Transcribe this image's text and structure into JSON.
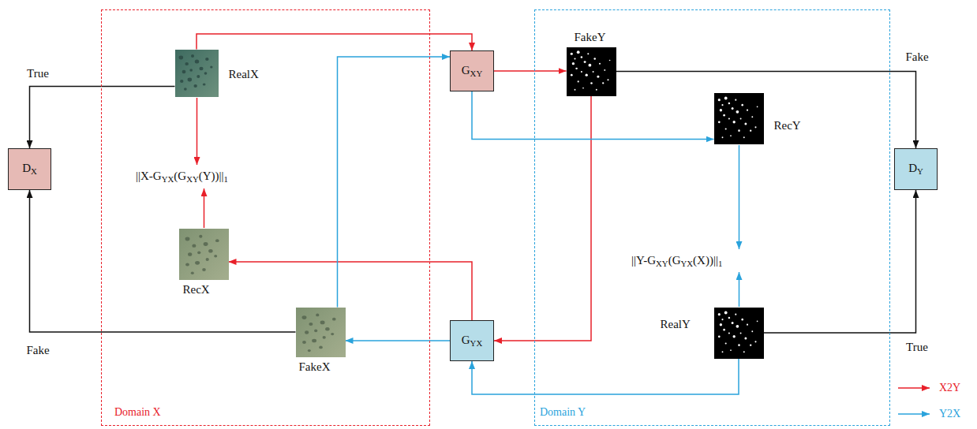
{
  "diagram": {
    "nodes": [
      {
        "text": [
          "Domain X"
        ]
      },
      {
        "text": [
          "RealX"
        ],
        "in": 0
      },
      {
        "text": [
          "RecX"
        ],
        "in": 0
      },
      {
        "text": [
          "FakeX"
        ],
        "in": 0
      },
      {
        "text": [
          "Domain Y"
        ]
      },
      {
        "text": [
          "FakeY"
        ],
        "in": 4
      },
      {
        "text": [
          "RecY"
        ],
        "in": 4
      },
      {
        "text": [
          "RealY"
        ],
        "in": 4
      },
      {
        "text": [
          "DX"
        ]
      },
      {
        "text": [
          "GXY"
        ]
      },
      {
        "text": [
          "GYX"
        ]
      },
      {
        "text": [
          "DY"
        ]
      }
    ],
    "edges": [
      {
        "from": 1,
        "to": 9,
        "arrow": "to"
      },
      {
        "from": 9,
        "to": 5,
        "arrow": "to"
      },
      {
        "from": 5,
        "to": 10,
        "arrow": "to"
      },
      {
        "from": 10,
        "to": 2,
        "arrow": "to"
      },
      {
        "from": 3,
        "to": 9,
        "arrow": "to"
      },
      {
        "from": 9,
        "to": 6,
        "arrow": "to"
      },
      {
        "from": 7,
        "to": 10,
        "arrow": "to"
      },
      {
        "from": 10,
        "to": 3,
        "arrow": "to"
      },
      {
        "from": 1,
        "to": 8,
        "label": "True",
        "arrow": "to"
      },
      {
        "from": 3,
        "to": 8,
        "label": "Fake",
        "arrow": "to"
      },
      {
        "from": 5,
        "to": 11,
        "label": "Fake",
        "arrow": "to"
      },
      {
        "from": 7,
        "to": 11,
        "label": "True",
        "arrow": "to"
      }
    ],
    "labels": [
      "||X-GYX(GXY(Y))||1",
      "||Y-GXY(GYX(X))||1"
    ],
    "legend": [
      {
        "text": "X2Y"
      },
      {
        "text": "Y2X"
      }
    ]
  }
}
